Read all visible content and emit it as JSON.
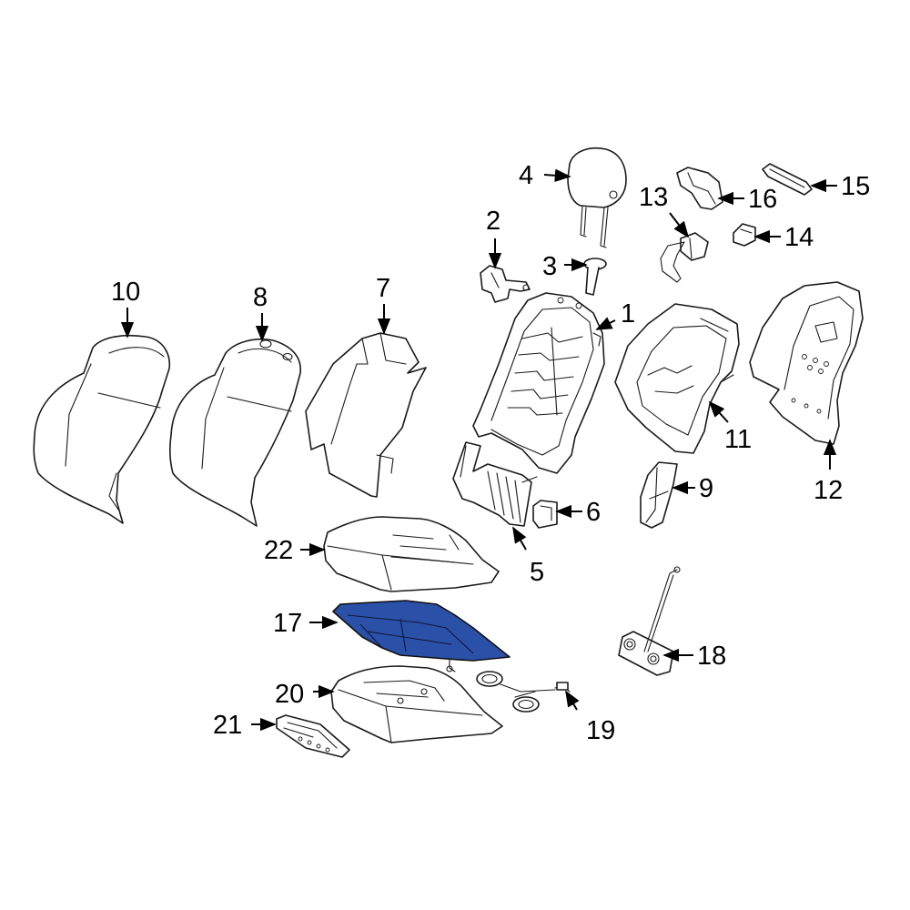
{
  "diagram": {
    "highlight_color": "#2b50a8",
    "callouts": [
      {
        "id": "1",
        "label": "1"
      },
      {
        "id": "2",
        "label": "2"
      },
      {
        "id": "3",
        "label": "3"
      },
      {
        "id": "4",
        "label": "4"
      },
      {
        "id": "5",
        "label": "5"
      },
      {
        "id": "6",
        "label": "6"
      },
      {
        "id": "7",
        "label": "7"
      },
      {
        "id": "8",
        "label": "8"
      },
      {
        "id": "9",
        "label": "9"
      },
      {
        "id": "10",
        "label": "10"
      },
      {
        "id": "11",
        "label": "11"
      },
      {
        "id": "12",
        "label": "12"
      },
      {
        "id": "13",
        "label": "13"
      },
      {
        "id": "14",
        "label": "14"
      },
      {
        "id": "15",
        "label": "15"
      },
      {
        "id": "16",
        "label": "16"
      },
      {
        "id": "17",
        "label": "17",
        "highlighted": true
      },
      {
        "id": "18",
        "label": "18"
      },
      {
        "id": "19",
        "label": "19"
      },
      {
        "id": "20",
        "label": "20"
      },
      {
        "id": "21",
        "label": "21"
      },
      {
        "id": "22",
        "label": "22"
      }
    ]
  }
}
